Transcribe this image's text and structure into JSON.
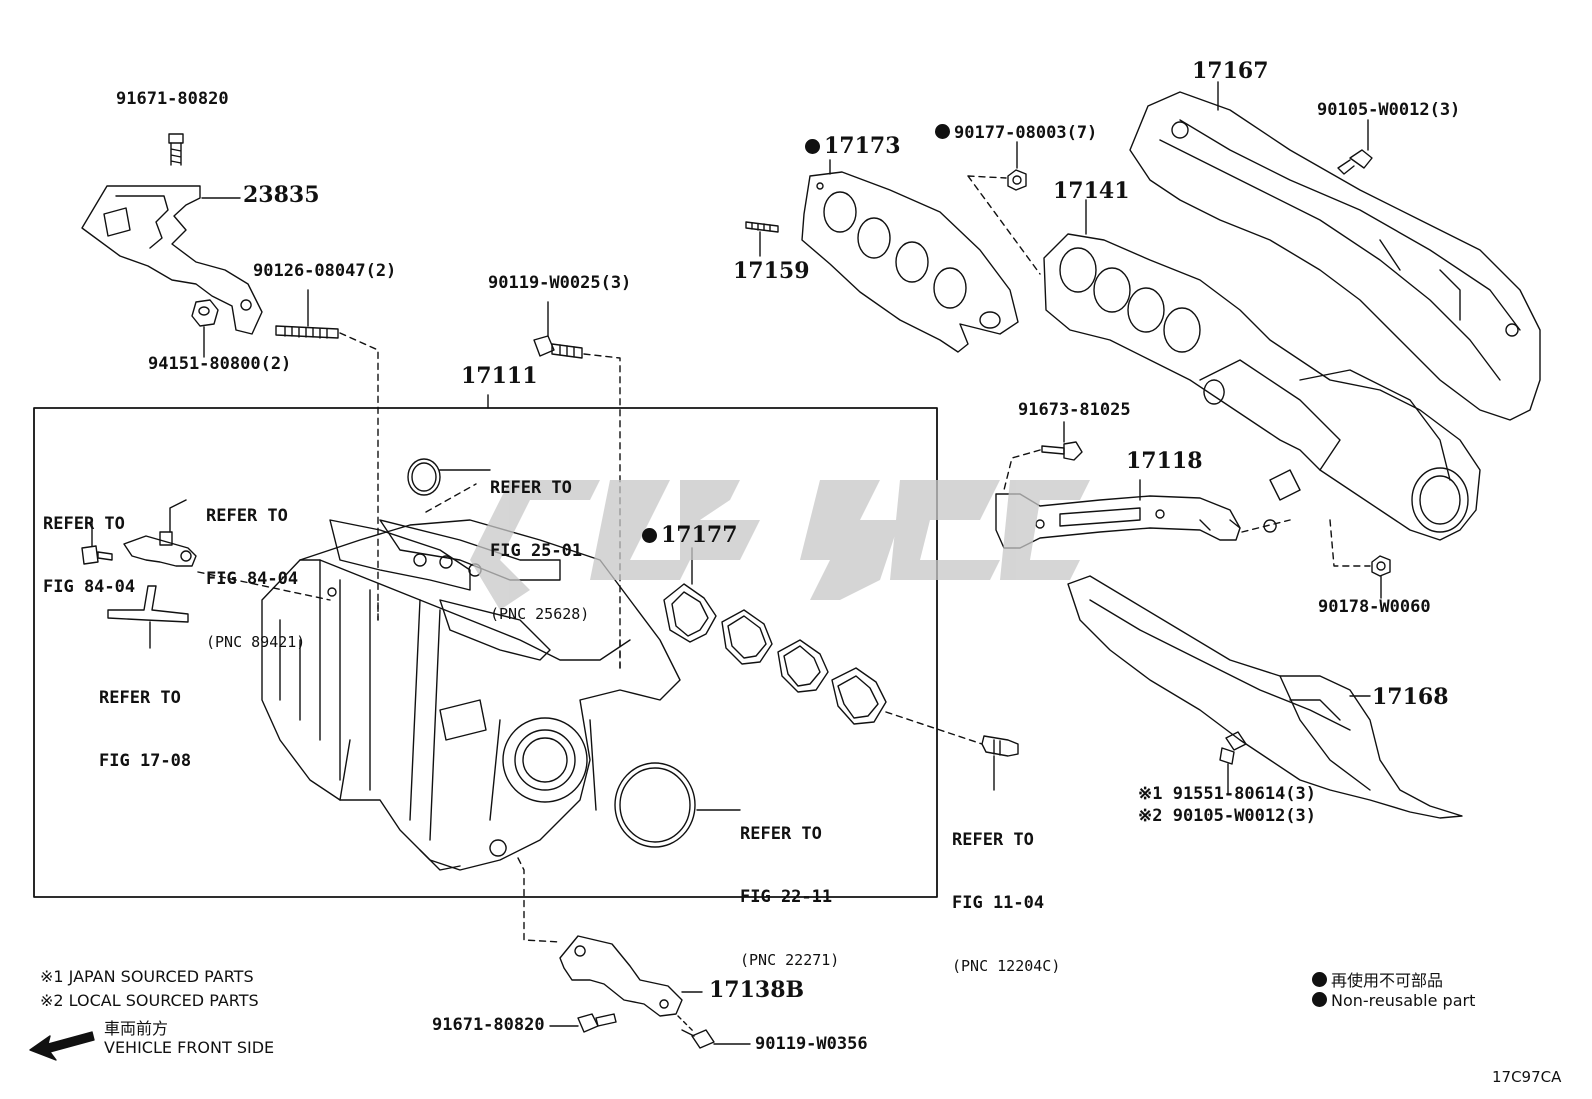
{
  "diagram_code": "17C97CA",
  "box_label": "17111",
  "parts": {
    "p91671_top": "91671-80820",
    "p23835": "23835",
    "p90126": "90126-08047(2)",
    "p94151": "94151-80800(2)",
    "p90119_top": "90119-W0025(3)",
    "p17173": "17173",
    "p90177": "90177-08003(7)",
    "p17159": "17159",
    "p17167": "17167",
    "p90105_top": "90105-W0012(3)",
    "p17141": "17141",
    "p91673": "91673-81025",
    "p17118": "17118",
    "p90178": "90178-W0060",
    "p17177": "17177",
    "p17168": "17168",
    "p91551": "※1 91551-80614(3)",
    "p90105_bot": "※2 90105-W0012(3)",
    "p17138b": "17138B",
    "p91671_bot": "91671-80820",
    "p90119_bot": "90119-W0356"
  },
  "refs": {
    "r2501": {
      "line1": "REFER TO",
      "line2": "FIG 25-01",
      "pnc": "(PNC 25628)"
    },
    "r8404a": {
      "line1": "REFER TO",
      "line2": "FIG 84-04"
    },
    "r8404b": {
      "line1": "REFER TO",
      "line2": "FIG 84-04",
      "pnc": "(PNC 89421)"
    },
    "r1708": {
      "line1": "REFER TO",
      "line2": "FIG 17-08"
    },
    "r2211": {
      "line1": "REFER TO",
      "line2": "FIG 22-11",
      "pnc": "(PNC 22271)"
    },
    "r1104": {
      "line1": "REFER TO",
      "line2": "FIG 11-04",
      "pnc": "(PNC 12204C)"
    }
  },
  "notes": {
    "japan": "※1 JAPAN SOURCED PARTS",
    "local": "※2 LOCAL SOURCED PARTS",
    "front_jp": "車両前方",
    "front_en": "VEHICLE FRONT SIDE",
    "nonreuse_jp": "再使用不可部品",
    "nonreuse_en": "Non-reusable part"
  },
  "colors": {
    "line": "#111111",
    "watermark": "#c8c8c8"
  }
}
